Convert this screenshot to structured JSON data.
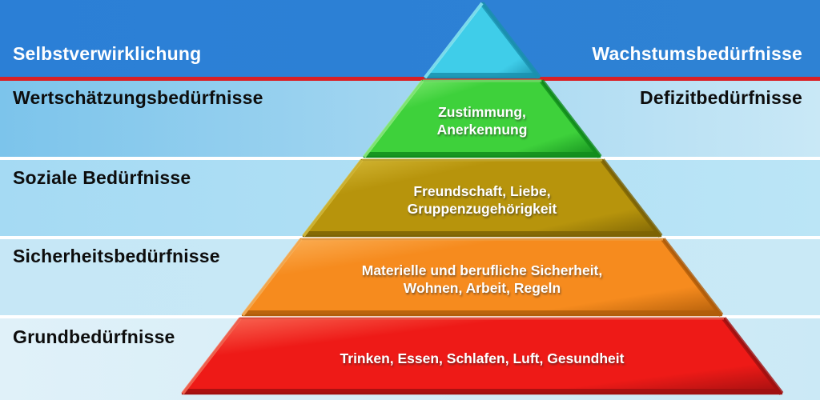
{
  "bands": [
    {
      "left_label": "Selbstverwirklichung",
      "right_label": "Wachstumsbedürfnisse",
      "bg_left": "#2b7fd6",
      "bg_right": "#2e82d4",
      "text_color": "#ffffff"
    },
    {
      "left_label": "Wertschätzungsbedürfnisse",
      "right_label": "Defizitbedürfnisse",
      "bg_left": "#7cc4eb",
      "bg_right": "#c9e8f6",
      "text_color": "#0d0d0d"
    },
    {
      "left_label": "Soziale Bedürfnisse",
      "right_label": "",
      "bg_left": "#a5daf3",
      "bg_right": "#bbe5f6",
      "text_color": "#0d0d0d"
    },
    {
      "left_label": "Sicherheitsbedürfnisse",
      "right_label": "",
      "bg_left": "#c6e7f6",
      "bg_right": "#c9e9f6",
      "text_color": "#0d0d0d"
    },
    {
      "left_label": "Grundbedürfnisse",
      "right_label": "",
      "bg_left": "#e0f1f9",
      "bg_right": "#cbe9f6",
      "text_color": "#0d0d0d"
    }
  ],
  "divider": {
    "color": "#d92025"
  },
  "separator_color": "#ffffff",
  "pyramid": {
    "levels": [
      {
        "name": "selbstverwirklichung",
        "line1": "",
        "line2": "",
        "fill": "#3fcde9",
        "light": "#8ce8f4",
        "dark": "#1a90ae"
      },
      {
        "name": "wertschaetzung",
        "line1": "Zustimmung,",
        "line2": "Anerkennung",
        "fill": "#3ed13b",
        "light": "#93f083",
        "dark": "#128c1c"
      },
      {
        "name": "soziale",
        "line1": "Freundschaft, Liebe,",
        "line2": "Gruppenzugehörigkeit",
        "fill": "#b7940c",
        "light": "#d8bd3c",
        "dark": "#7c6305"
      },
      {
        "name": "sicherheit",
        "line1": "Materielle und berufliche Sicherheit,",
        "line2": "Wohnen, Arbeit, Regeln",
        "fill": "#f68b1e",
        "light": "#fbb35c",
        "dark": "#b05d0a"
      },
      {
        "name": "grundbeduerfnisse",
        "line1": "Trinken, Essen, Schlafen, Luft, Gesundheit",
        "line2": "",
        "fill": "#ee1a17",
        "light": "#f96d58",
        "dark": "#a01010"
      }
    ]
  }
}
